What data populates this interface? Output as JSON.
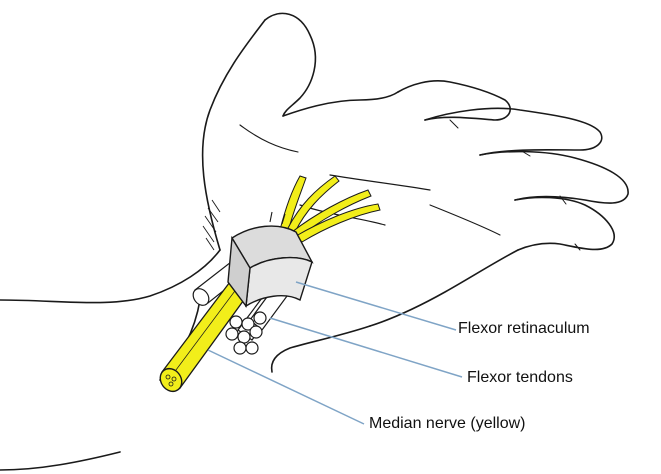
{
  "labels": {
    "flexor_retinaculum": "Flexor retinaculum",
    "flexor_tendons": "Flexor tendons",
    "median_nerve": "Median nerve (yellow)"
  },
  "colors": {
    "nerve": "#f2ee1a",
    "leader_line": "#7fa4c6",
    "ink": "#1a1a1a",
    "retinaculum": "#dcdcdc"
  }
}
